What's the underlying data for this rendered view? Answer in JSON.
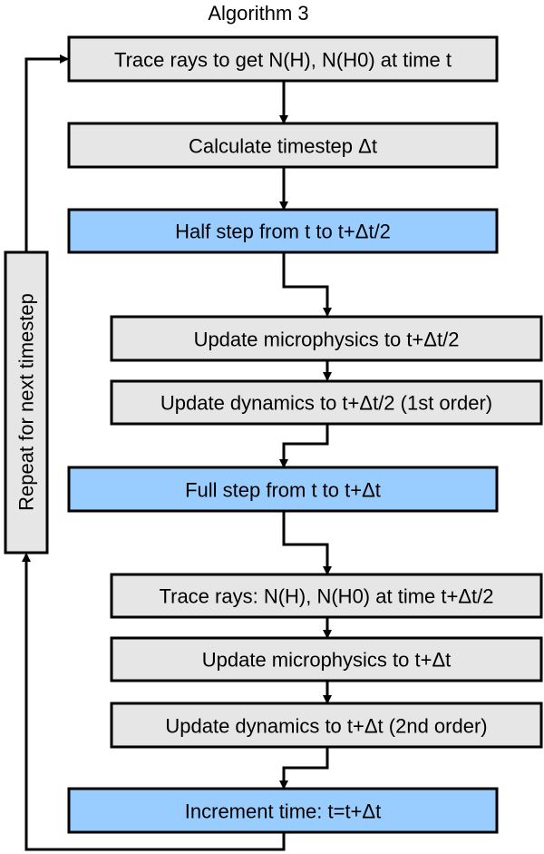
{
  "title": "Algorithm 3",
  "colors": {
    "gray_box": "#e6e6e6",
    "blue_box": "#99ccff",
    "stroke": "#000000"
  },
  "steps": [
    {
      "label": "Trace rays to get N(H), N(H0) at time t",
      "style": "gray"
    },
    {
      "label": "Calculate timestep Δt",
      "style": "gray"
    },
    {
      "label": "Half step from t to  t+Δt/2",
      "style": "blue"
    },
    {
      "label": "Update microphysics to t+Δt/2",
      "style": "gray"
    },
    {
      "label": "Update dynamics to t+Δt/2 (1st order)",
      "style": "gray"
    },
    {
      "label": "Full step from t to t+Δt",
      "style": "blue"
    },
    {
      "label": "Trace rays:  N(H), N(H0) at time t+Δt/2",
      "style": "gray"
    },
    {
      "label": "Update microphysics to t+Δt",
      "style": "gray"
    },
    {
      "label": "Update dynamics to t+Δt (2nd order)",
      "style": "gray"
    },
    {
      "label": "Increment time: t=t+Δt",
      "style": "blue"
    }
  ],
  "loop_label": "Repeat for next timestep"
}
